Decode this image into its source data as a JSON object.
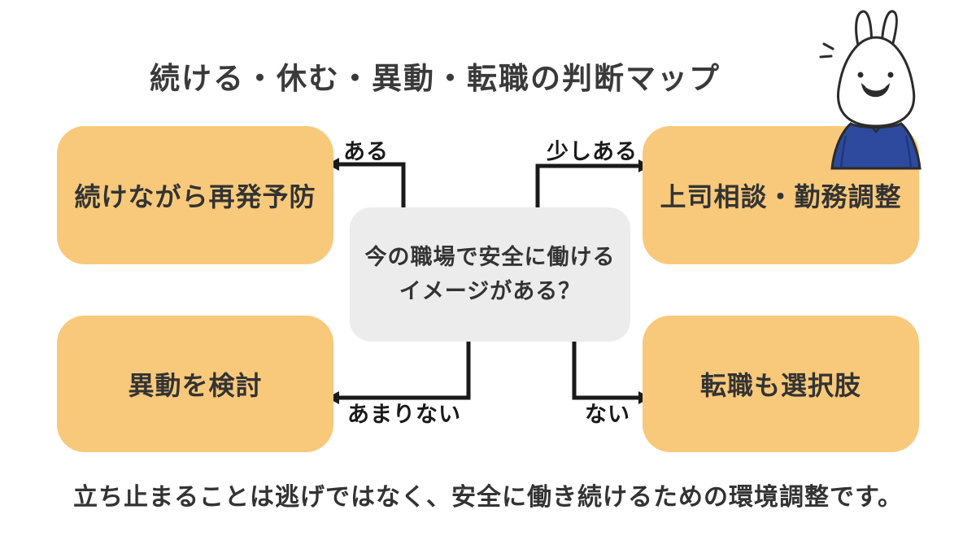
{
  "title": "続ける・休む・異動・転職の判断マップ",
  "center": {
    "lines": [
      "今の職場で安全に働ける",
      "イメージがある？"
    ]
  },
  "branches": [
    {
      "id": "top-left",
      "answer": "ある",
      "node": "続けながら再発予防"
    },
    {
      "id": "top-right",
      "answer": "少しある",
      "node": "上司相談・勤務調整"
    },
    {
      "id": "bottom-left",
      "answer": "あまりない",
      "node": "異動を検討"
    },
    {
      "id": "bottom-right",
      "answer": "ない",
      "node": "転職も選択肢"
    }
  ],
  "footer": "立ち止まることは逃げではなく、安全に働き続けるための環境調整です。",
  "mascot": "rabbit-character",
  "colors": {
    "node_bg": "#F8C97B",
    "center_bg": "#ECECEC",
    "text": "#333333",
    "arrow": "#1A1A1A",
    "shirt": "#2E4A9E"
  }
}
